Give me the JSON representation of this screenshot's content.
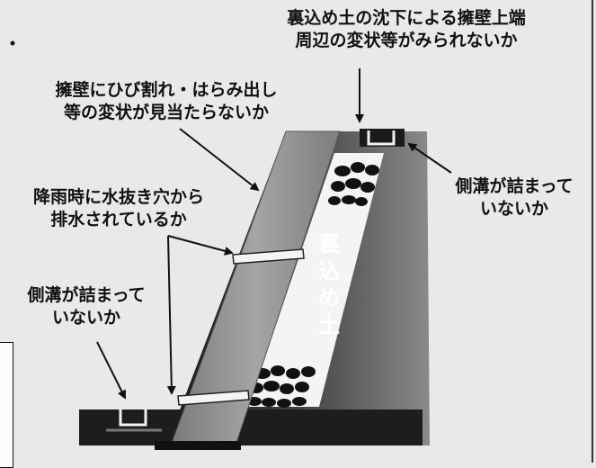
{
  "callouts": {
    "top_right": [
      "裏込め土の沈下による擁壁上端",
      "周辺の変状等がみられないか"
    ],
    "upper_left": [
      "擁壁にひび割れ・はらみ出し",
      "等の変状が見当たらないか"
    ],
    "middle_left": [
      "降雨時に水抜き穴から",
      "排水されているか"
    ],
    "right_ditch": [
      "側溝が詰まって",
      "いないか"
    ],
    "lower_left_ditch": [
      "側溝が詰まって",
      "いないか"
    ]
  },
  "backfill_label": [
    "裏",
    "込",
    "め",
    "土"
  ],
  "colors": {
    "background": "#e9e9e9",
    "ground": "#1d1d1d",
    "wall": "#8c8c8c",
    "backfill": "#f4f4f4",
    "text": "#111111"
  }
}
